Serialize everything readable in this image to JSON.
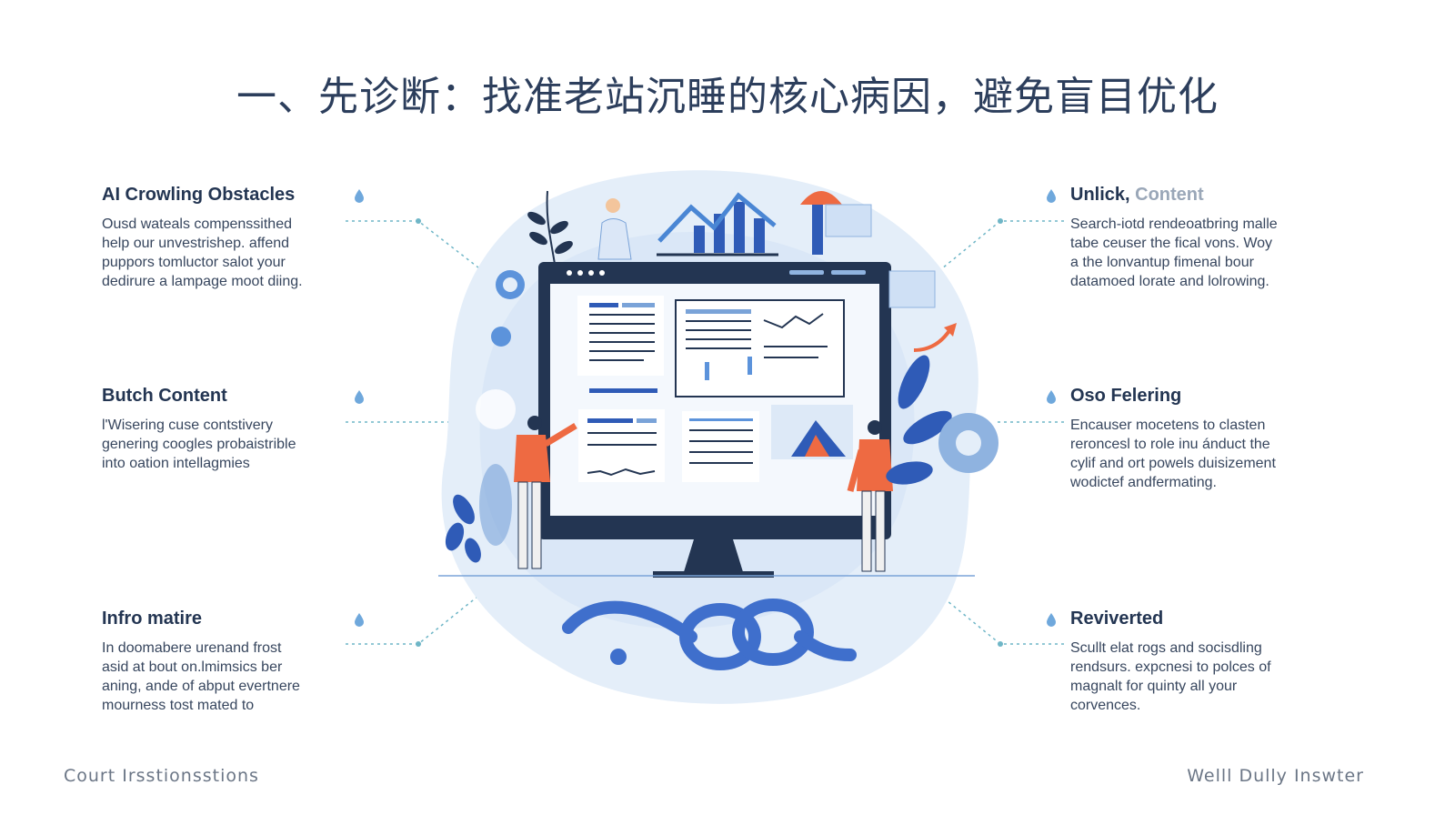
{
  "title": "一、先诊断：找准老站沉睡的核心病因，避免盲目优化",
  "left_blocks": [
    {
      "heading": "AI Crowling Obstacles",
      "body": "Ousd wateals compenssithed\nhelp our unvestrishep. affend\npuppors tomluctor salot your\ndedirure a lampage moot diing."
    },
    {
      "heading": "Butch Content",
      "body": "l'Wisering cuse contstivery\ngenering coogles probaistrible\ninto oation intellagmies"
    },
    {
      "heading": "Infro matire",
      "body": "In doomabere urenand frost\nasid at bout on.lmimsics ber\naning, ande of abput evertnere\nmourness tost mated to"
    }
  ],
  "right_blocks": [
    {
      "heading": "Unlick,",
      "heading_muted": "Content",
      "body": "Search-iotd rendeoatbring malle\ntabe ceuser the fical vons. Woy\na the lonvantup fimenal bour\ndatamoed lorate and lolrowing."
    },
    {
      "heading": "Oso Felering",
      "heading_muted": "",
      "body": "Encauser mocetens to clasten\nreroncesl to role inu ánduct the\ncylif and ort powels duisizement\nwodictef andfermating."
    },
    {
      "heading": "Reviverted",
      "heading_muted": "",
      "body": "Scullt elat rogs and socisdling\nrendsurs. expcnesi to polces of\nmagnalt for quinty all your\ncorvences."
    }
  ],
  "footer": {
    "left": "Court Irsstionsstions",
    "right": "Welll Dully Inswter"
  },
  "colors": {
    "accent": "#2f5bb7",
    "navy": "#233552",
    "orange": "#ee6a42",
    "light_blue": "#dce9f7",
    "dotted": "#6fb6c7"
  }
}
